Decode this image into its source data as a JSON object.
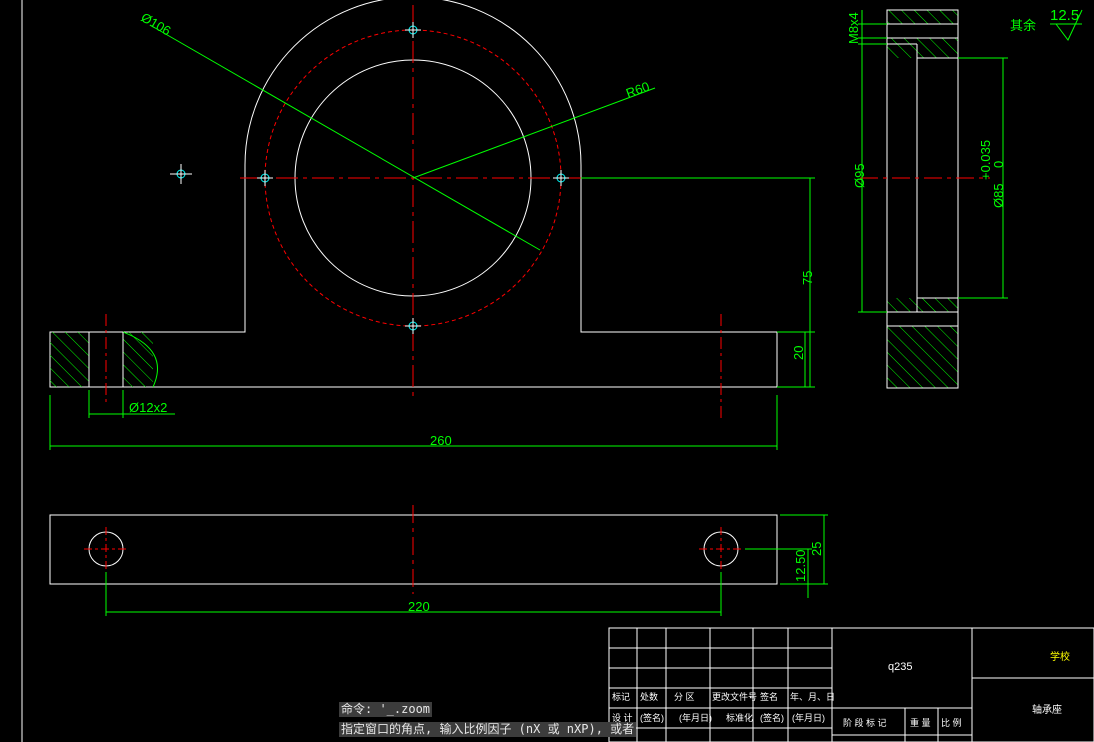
{
  "drawing": {
    "dimensions": {
      "dia_106": "Ø106",
      "r_60": "R60",
      "height_75": "75",
      "height_20": "20",
      "hole_12x2": "Ø12x2",
      "width_260": "260",
      "width_220": "220",
      "dim_12_50": "12.50",
      "dim_25": "25",
      "thread_m8x4": "M8x4",
      "dia_95": "Ø95",
      "dia_85": "Ø85",
      "tol_upper": "+0.035",
      "tol_lower": "0"
    },
    "surface": {
      "roughness": "12.5",
      "rest_label": "其余"
    }
  },
  "title_block": {
    "material": "q235",
    "school": "学校",
    "part_name": "轴承座",
    "row1": [
      "标记",
      "处数",
      "分  区",
      "更改文件号",
      "签名",
      "年、月、日"
    ],
    "row2": [
      "设  计",
      "(签名)",
      "(年月日)",
      "标准化",
      "(签名)",
      "(年月日)"
    ],
    "row3": [
      "阶  段  标  记",
      "重  量",
      "比  例"
    ]
  },
  "command_line": {
    "line1": "命令: '_.zoom",
    "line2": "指定窗口的角点, 输入比例因子 (nX 或 nXP), 或者"
  },
  "colors": {
    "outline": "#ffffff",
    "dimension": "#00ff00",
    "centerline": "#ff0000",
    "hatch": "#00ff00",
    "cyan_marker": "#00ffff",
    "background": "#000000"
  }
}
